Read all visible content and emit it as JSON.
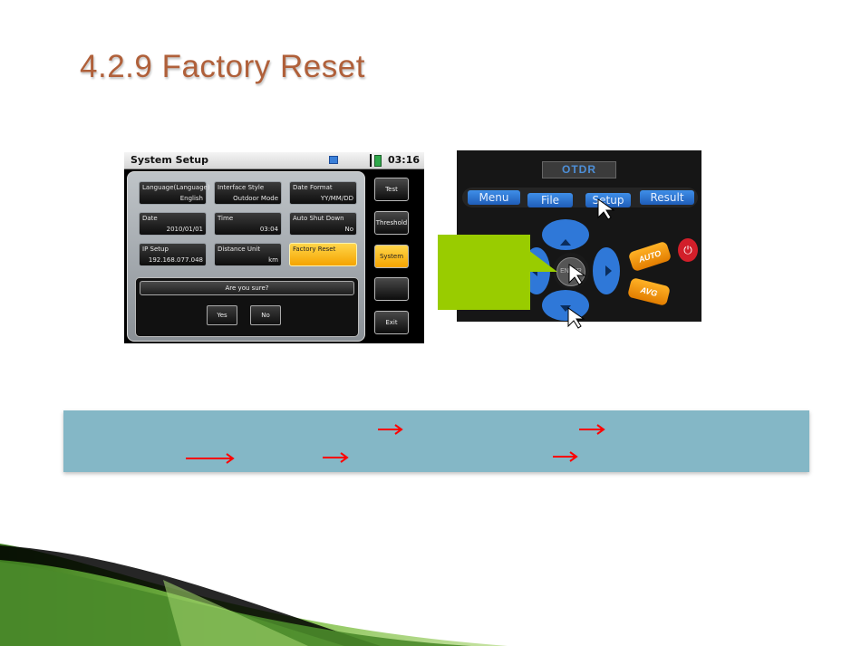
{
  "slide": {
    "title": "4.2.9 Factory Reset"
  },
  "screen": {
    "window_title": "System Setup",
    "clock": "03:16",
    "fields": [
      {
        "label": "Language(Language)",
        "value": "English"
      },
      {
        "label": "Interface Style",
        "value": "Outdoor Mode"
      },
      {
        "label": "Date Format",
        "value": "YY/MM/DD"
      },
      {
        "label": "Date",
        "value": "2010/01/01"
      },
      {
        "label": "Time",
        "value": "03:04"
      },
      {
        "label": "Auto Shut Down",
        "value": "No"
      },
      {
        "label": "IP Setup",
        "value": "192.168.077.048"
      },
      {
        "label": "Distance Unit",
        "value": "km"
      },
      {
        "label": "Factory Reset",
        "value": ""
      }
    ],
    "dialog": {
      "question": "Are you sure?",
      "yes": "Yes",
      "no": "No"
    },
    "side_buttons": [
      "Test",
      "Threshold",
      "System",
      "",
      "Exit"
    ],
    "active_side_button": "System",
    "active_field": "Factory Reset"
  },
  "keypad": {
    "brand": "OTDR",
    "buttons": [
      "Menu",
      "File",
      "Setup",
      "Result"
    ],
    "ok_label": "ENTER",
    "auto_label": "AUTO",
    "avg_label": "AVG",
    "power_symbol": "⏻"
  },
  "colors": {
    "title": "#b0603a",
    "band": "#84b7c6",
    "callout": "#99cc00",
    "arrow": "#ff0000",
    "accent_yellow": "#f5a400",
    "key_blue": "#2f78d8"
  },
  "icons": [
    "monitor-icon",
    "battery-icon",
    "cursor-icon",
    "red-arrow-icon",
    "up-arrow-icon",
    "down-arrow-icon",
    "left-arrow-icon",
    "right-arrow-icon",
    "power-icon"
  ]
}
